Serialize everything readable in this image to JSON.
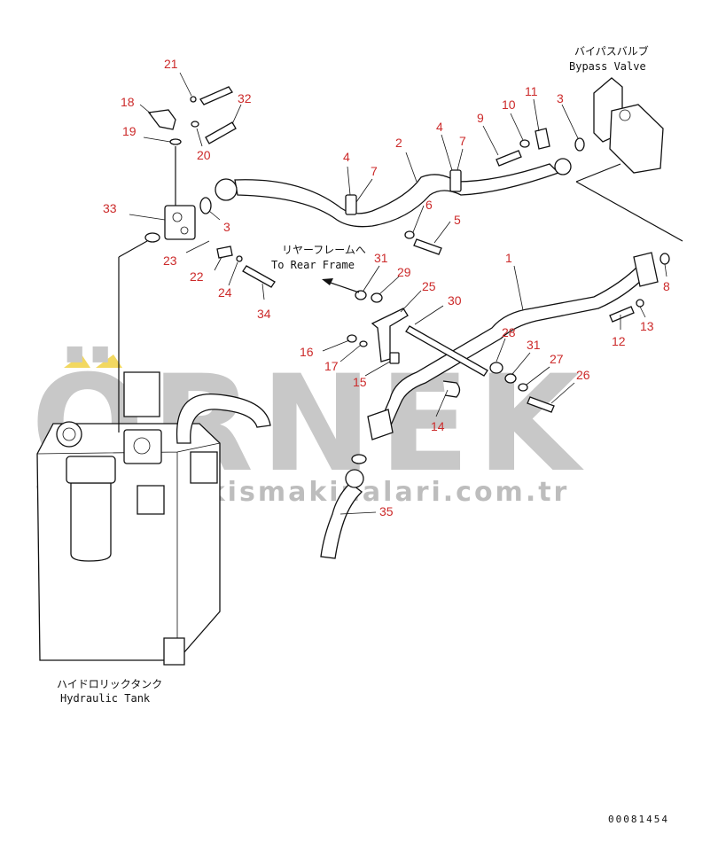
{
  "watermark": {
    "main": "ÖRNEK",
    "sub": "www.ornekismakinalari.com.tr"
  },
  "labels": {
    "bypass_valve_jp": "バイパスバルブ",
    "bypass_valve_en": "Bypass Valve",
    "rear_frame_jp": "リヤーフレームへ",
    "rear_frame_en": "To Rear Frame",
    "hydraulic_tank_jp": "ハイドロリックタンク",
    "hydraulic_tank_en": "Hydraulic Tank"
  },
  "doc_number": "00081454",
  "callouts": [
    "21",
    "32",
    "18",
    "19",
    "20",
    "33",
    "3",
    "23",
    "22",
    "24",
    "34",
    "4",
    "7",
    "2",
    "4",
    "7",
    "9",
    "10",
    "11",
    "3",
    "6",
    "5",
    "31",
    "29",
    "25",
    "30",
    "1",
    "8",
    "12",
    "13",
    "16",
    "17",
    "15",
    "28",
    "31",
    "27",
    "26",
    "14",
    "35"
  ],
  "colors": {
    "callout": "#cc2a2a",
    "line": "#111111",
    "watermark": "#c8c8c8"
  }
}
